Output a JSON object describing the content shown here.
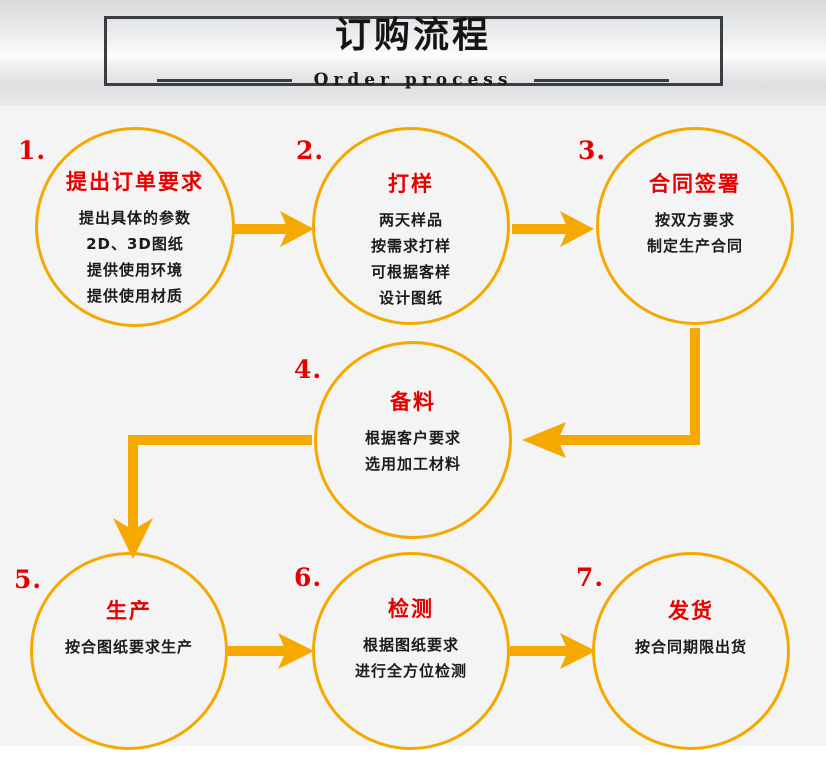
{
  "header": {
    "title": "订购流程",
    "subtitle": "Order process"
  },
  "accent_colors": {
    "arrow": "#f5a800",
    "circle_border": "#f5a800",
    "title_red": "#e60000",
    "body_black": "#1b1b1b",
    "frame_gray": "#3a3d42",
    "background": "#f4f4f4"
  },
  "steps": [
    {
      "number": "1.",
      "title": "提出订单要求",
      "lines": [
        "提出具体的参数",
        "2D、3D图纸",
        "提供使用环境",
        "提供使用材质"
      ]
    },
    {
      "number": "2.",
      "title": "打样",
      "lines": [
        "两天样品",
        "按需求打样",
        "可根据客样",
        "设计图纸"
      ]
    },
    {
      "number": "3.",
      "title": "合同签署",
      "lines": [
        "按双方要求",
        "制定生产合同"
      ]
    },
    {
      "number": "4.",
      "title": "备料",
      "lines": [
        "根据客户要求",
        "选用加工材料"
      ]
    },
    {
      "number": "5.",
      "title": "生产",
      "lines": [
        "按合图纸要求生产"
      ]
    },
    {
      "number": "6.",
      "title": "检测",
      "lines": [
        "根据图纸要求",
        "进行全方位检测"
      ]
    },
    {
      "number": "7.",
      "title": "发货",
      "lines": [
        "按合同期限出货"
      ]
    }
  ],
  "connectors": [
    {
      "name": "arrow-step1-to-step2",
      "direction": "right"
    },
    {
      "name": "arrow-step2-to-step3",
      "direction": "right"
    },
    {
      "name": "arrow-step3-to-step4",
      "direction": "down-then-left"
    },
    {
      "name": "arrow-step4-to-step5",
      "direction": "left-then-down"
    },
    {
      "name": "arrow-step5-to-step6",
      "direction": "right"
    },
    {
      "name": "arrow-step6-to-step7",
      "direction": "right"
    }
  ]
}
